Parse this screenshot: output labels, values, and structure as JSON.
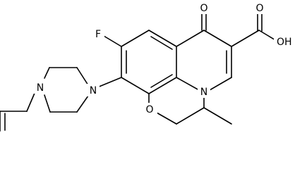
{
  "atoms": {
    "oxo_oxygen": "O",
    "acid_hydroxyl": "OH",
    "acid_carbonyl": "O",
    "fluorine": "F",
    "piperazine_n_aryl": "N",
    "piperazine_n_allyl": "N",
    "ring_nitrogen": "N",
    "ring_oxygen": "O"
  }
}
